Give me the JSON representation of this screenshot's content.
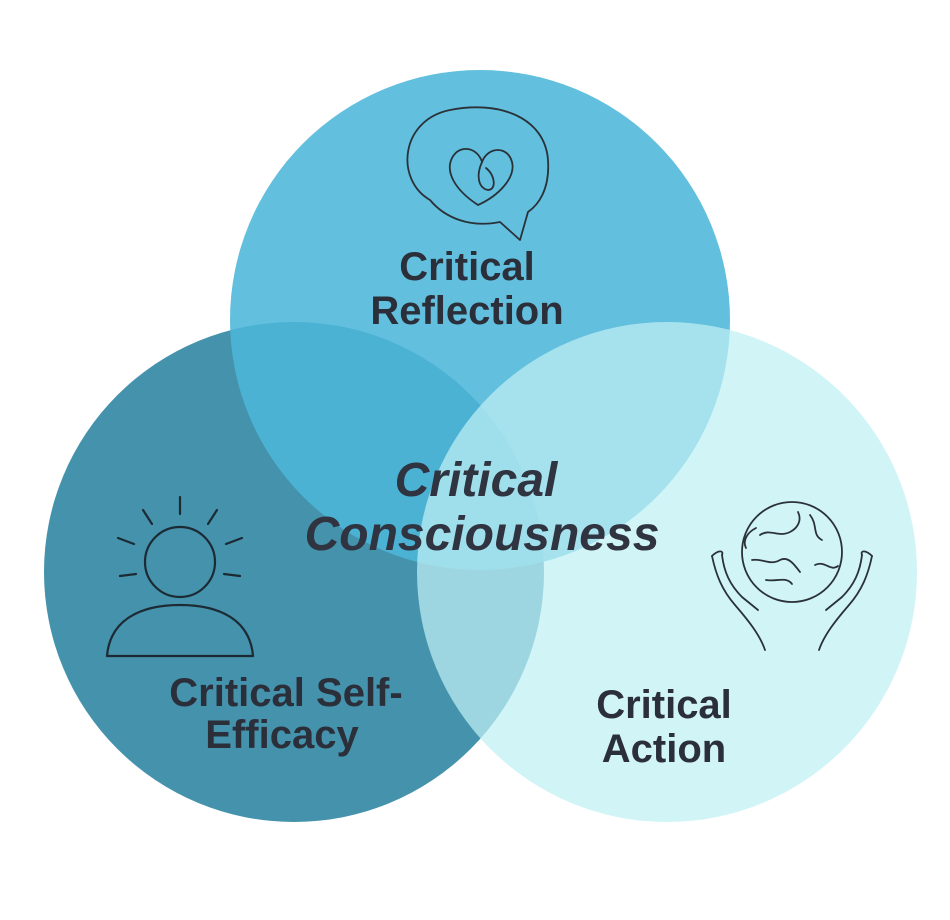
{
  "diagram": {
    "type": "venn",
    "colors": {
      "reflection": "#4fb8d9",
      "self_efficacy": "#3e8aa6",
      "action": "#c9f2f6",
      "text": "#2b2f3a"
    },
    "center": {
      "line1": "Critical",
      "line2": "Consciousness"
    },
    "circles": [
      {
        "id": "reflection",
        "line1": "Critical",
        "line2": "Reflection",
        "icon": "heart-speech-bubble-icon"
      },
      {
        "id": "self_efficacy",
        "line1": "Critical Self-",
        "line2": "Efficacy",
        "icon": "person-sun-icon"
      },
      {
        "id": "action",
        "line1": "Critical",
        "line2": "Action",
        "icon": "hands-globe-icon"
      }
    ]
  }
}
